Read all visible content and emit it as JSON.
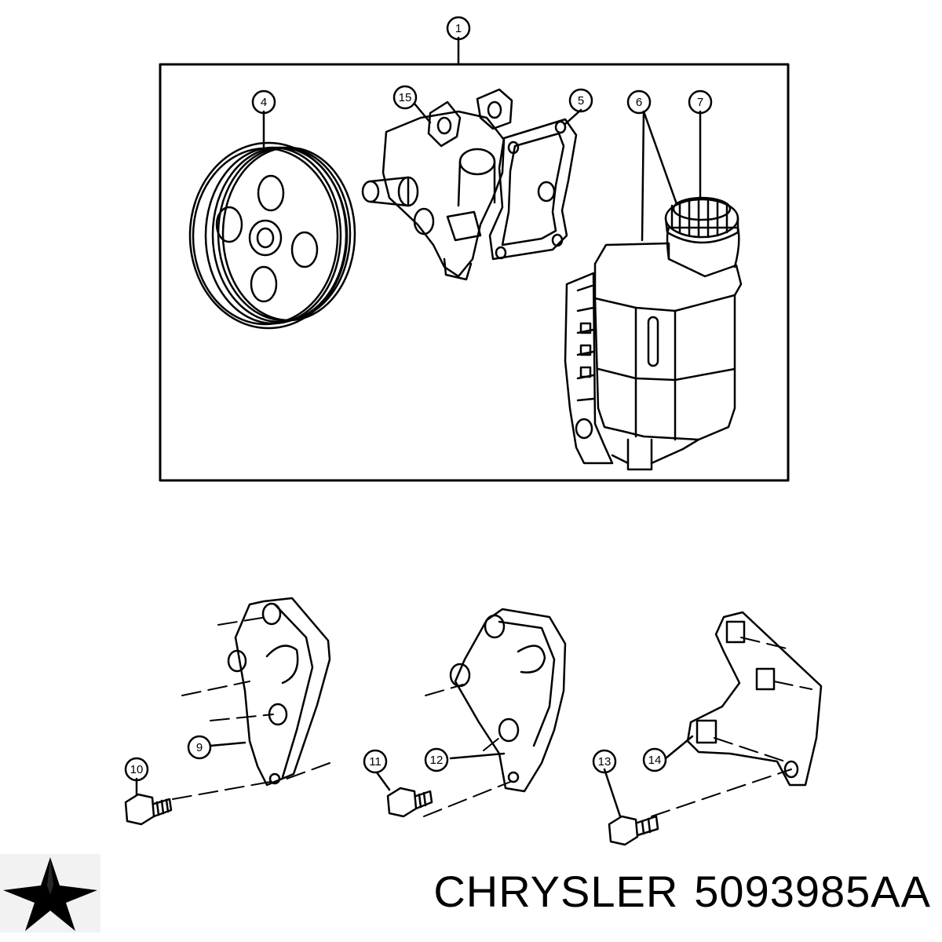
{
  "diagram": {
    "callouts": [
      {
        "id": "c1",
        "label": "1"
      },
      {
        "id": "c4",
        "label": "4"
      },
      {
        "id": "c15",
        "label": "15"
      },
      {
        "id": "c5",
        "label": "5"
      },
      {
        "id": "c6",
        "label": "6"
      },
      {
        "id": "c7",
        "label": "7"
      },
      {
        "id": "c9",
        "label": "9"
      },
      {
        "id": "c10",
        "label": "10"
      },
      {
        "id": "c11",
        "label": "11"
      },
      {
        "id": "c12",
        "label": "12"
      },
      {
        "id": "c13",
        "label": "13"
      },
      {
        "id": "c14",
        "label": "14"
      }
    ]
  },
  "footer": {
    "brand": "CHRYSLER",
    "part_number": "5093985AA"
  },
  "colors": {
    "line": "#000000",
    "background": "#ffffff",
    "logo_fill": "#000000",
    "logo_bg": "#f2f2f2"
  },
  "icons": {
    "brand_logo": "pentastar-icon"
  }
}
